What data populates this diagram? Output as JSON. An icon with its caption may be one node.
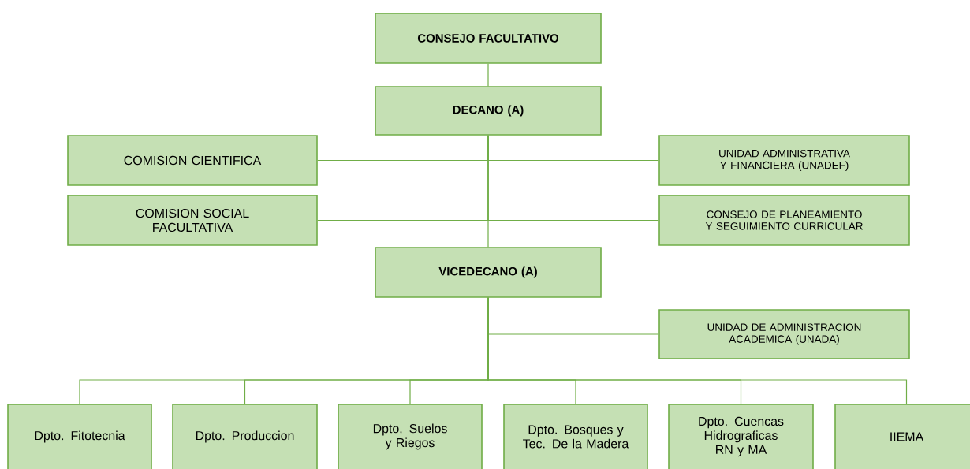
{
  "diagram": {
    "nodes": [
      {
        "text": [
          "CONSEJO FACULTATIVO"
        ]
      },
      {
        "text": [
          "DECANO (A)"
        ]
      },
      {
        "text": [
          "COMISION CIENTIFICA"
        ]
      },
      {
        "text": [
          "UNIDAD ADMINISTRATIVA Y FINANCIERA (UNADEF)"
        ]
      },
      {
        "text": [
          "COMISION SOCIAL FACULTATIVA"
        ]
      },
      {
        "text": [
          "CONSEJO DE PLANEAMIENTO Y SEGUIMIENTO CURRICULAR"
        ]
      },
      {
        "text": [
          "VICEDECANO (A)"
        ]
      },
      {
        "text": [
          "UNIDAD DE ADMINISTRACION ACADEMICA (UNADA)"
        ]
      },
      {
        "text": [
          "Dpto. Fitotecnia"
        ]
      },
      {
        "text": [
          "Dpto. Produccion"
        ]
      },
      {
        "text": [
          "Dpto. Suelos y Riegos"
        ]
      },
      {
        "text": [
          "Dpto. Bosques y Tec. De la Madera"
        ]
      },
      {
        "text": [
          "Dpto. Cuencas Hidrograficas RN y MA"
        ]
      },
      {
        "text": [
          "IIEMA"
        ]
      }
    ],
    "edges": [
      {
        "from": 0,
        "to": 1,
        "arrow": "none"
      },
      {
        "from": 1,
        "to": 2,
        "arrow": "none"
      },
      {
        "from": 1,
        "to": 3,
        "arrow": "none"
      },
      {
        "from": 1,
        "to": 4,
        "arrow": "none"
      },
      {
        "from": 1,
        "to": 5,
        "arrow": "none"
      },
      {
        "from": 1,
        "to": 6,
        "arrow": "none"
      },
      {
        "from": 6,
        "to": 7,
        "arrow": "none"
      },
      {
        "from": 6,
        "to": 8,
        "arrow": "none"
      },
      {
        "from": 6,
        "to": 9,
        "arrow": "none"
      },
      {
        "from": 6,
        "to": 10,
        "arrow": "none"
      },
      {
        "from": 6,
        "to": 11,
        "arrow": "none"
      },
      {
        "from": 6,
        "to": 12,
        "arrow": "none"
      },
      {
        "from": 6,
        "to": 13,
        "arrow": "none"
      }
    ]
  }
}
